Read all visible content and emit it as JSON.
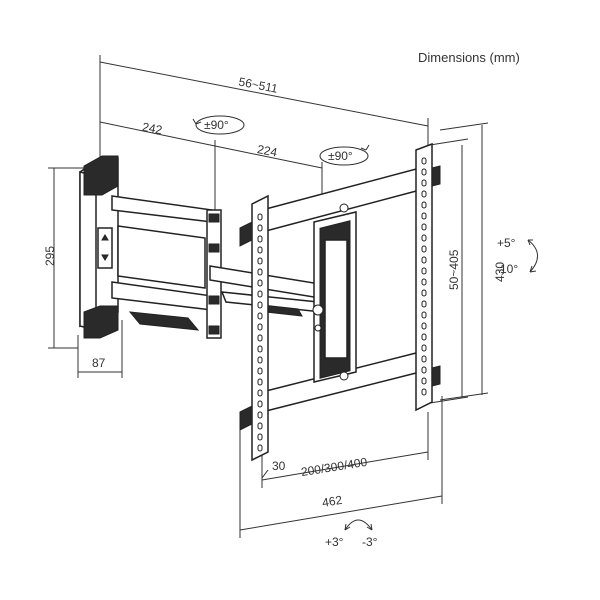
{
  "title": "Dimensions (mm)",
  "dimensions": {
    "total_extension": "56~511",
    "arm_segment_1": "242",
    "arm_segment_2": "224",
    "wall_plate_height": "295",
    "wall_plate_depth": "87",
    "rail_offset": "30",
    "vesa_horizontal": "200/300/400",
    "plate_width": "462",
    "vesa_vertical": "50~405",
    "overall_height": "430"
  },
  "rotations": {
    "swivel_1": "±90°",
    "swivel_2": "±90°",
    "tilt_up": "+5°",
    "tilt_down": "-10°",
    "level_plus": "+3°",
    "level_minus": "-3°"
  }
}
